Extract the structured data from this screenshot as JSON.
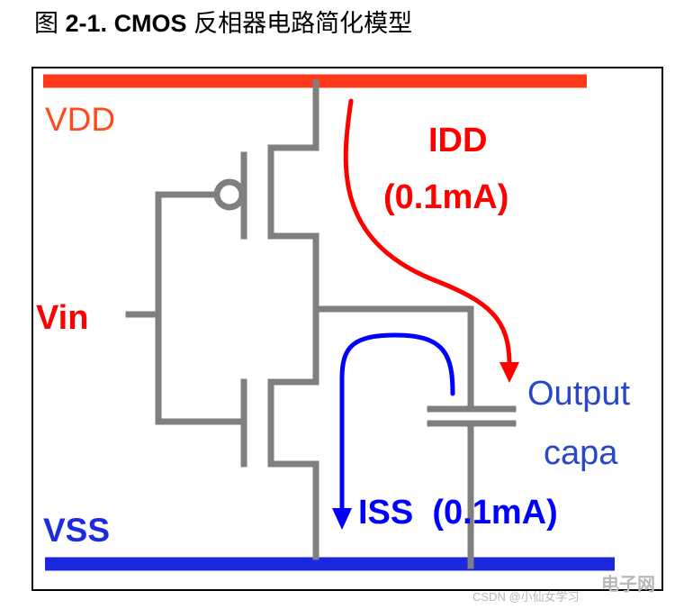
{
  "figure": {
    "title_prefix": "图",
    "title_number": "2-1.",
    "title_cmos": "CMOS",
    "title_text": "反相器电路简化模型"
  },
  "labels": {
    "vdd": "VDD",
    "vss": "VSS",
    "vin": "Vin",
    "idd_name": "IDD",
    "idd_value": "(0.1mA)",
    "output_line1": "Output",
    "output_line2": "capa",
    "iss": "ISS  (0.1mA)"
  },
  "watermark": {
    "csdn": "CSDN @小仙女学习",
    "site": "电子网"
  },
  "colors": {
    "vdd_rail": "#ff3a1a",
    "vss_rail": "#1c27e0",
    "wire": "#7f7f7f",
    "idd_arrow": "#ff0000",
    "iss_arrow": "#0000ff",
    "vdd_text": "#ff4a1c",
    "vss_text": "#1c2ae6",
    "output_text": "#2a47c8"
  },
  "icons": {
    "pmos": "pmos-transistor-icon",
    "nmos": "nmos-transistor-icon",
    "capacitor": "capacitor-icon"
  }
}
